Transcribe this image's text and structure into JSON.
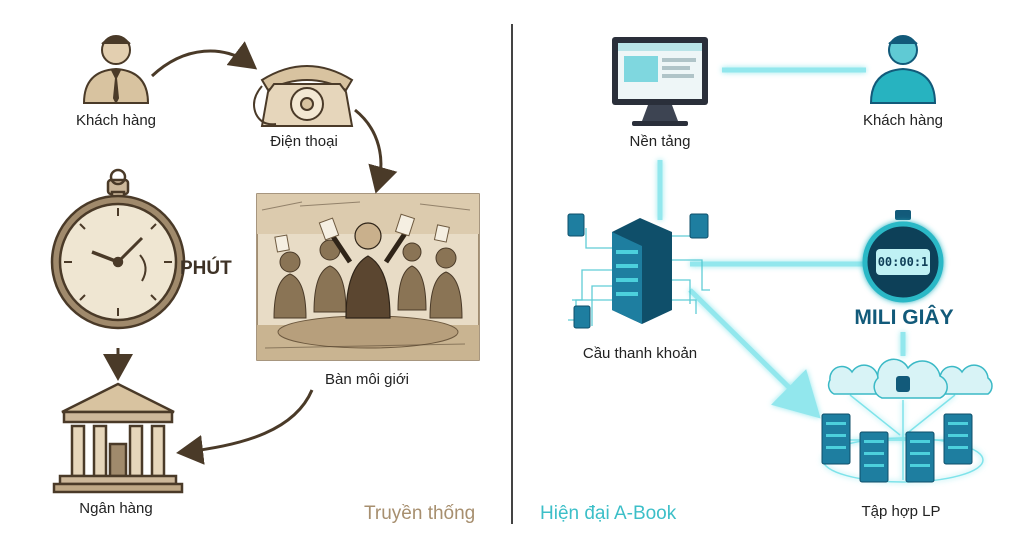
{
  "colors": {
    "traditional_stroke": "#5a4632",
    "traditional_fill": "#e3d4bb",
    "modern_accent": "#1fb4c2",
    "modern_glow": "#7fe3ea",
    "modern_dark": "#125a7a",
    "traditional_footer": "#a78f6f",
    "modern_footer": "#3cbfc8"
  },
  "traditional": {
    "customer_label": "Khách hàng",
    "phone_label": "Điện thoại",
    "timer_label": "PHÚT",
    "broker_label": "Bàn môi giới",
    "bank_label": "Ngân hàng",
    "footer": "Truyền thống",
    "icons": [
      "person-icon",
      "rotary-phone-icon",
      "stopwatch-icon",
      "broker-desk-sketch",
      "bank-building-icon"
    ]
  },
  "modern": {
    "platform_label": "Nền tảng",
    "customer_label": "Khách hàng",
    "bridge_label": "Cầu thanh khoản",
    "timer_label": "MILI GIÂY",
    "timer_display": "00:00:1",
    "lp_label": "Tập hợp LP",
    "footer": "Hiện đại A-Book",
    "icons": [
      "monitor-icon",
      "person-icon",
      "server-stack-icon",
      "digital-stopwatch-icon",
      "cloud-server-cluster-icon"
    ]
  }
}
